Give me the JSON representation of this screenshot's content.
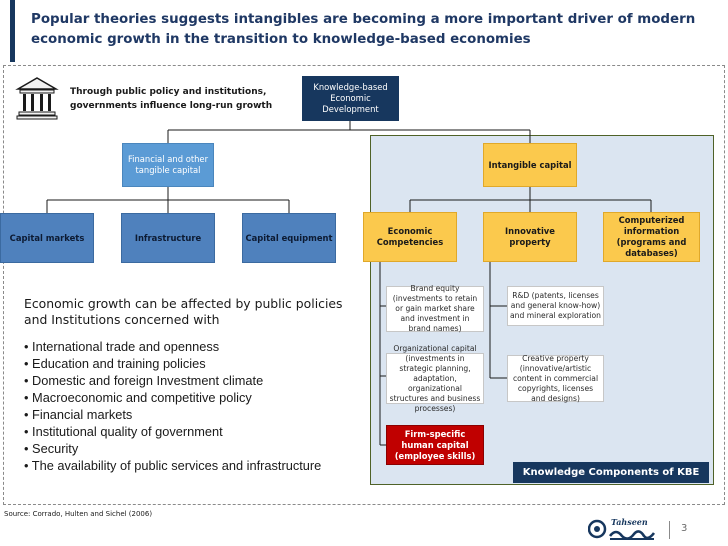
{
  "title": {
    "line1": "Popular theories suggests intangibles are becoming a more important driver of modern",
    "line2": "economic growth in the transition to knowledge-based economies"
  },
  "gov": {
    "line1": "Through public policy and institutions,",
    "line2": "governments influence long-run growth"
  },
  "nodes": {
    "kbe_dev": "Knowledge-based Economic Development",
    "financial": "Financial and other tangible capital",
    "intangible": "Intangible capital",
    "capital_markets": "Capital markets",
    "infrastructure": "Infrastructure",
    "capital_equipment": "Capital equipment",
    "economic_competencies": "Economic Competencies",
    "innovative_property": "Innovative property",
    "computerized": "Computerized information (programs and databases)",
    "brand_equity": "Brand equity (investments to retain or gain market share and investment in brand names)",
    "org_capital": "Organizational capital (investments in strategic planning, adaptation, organizational structures and business processes)",
    "firm_specific": "Firm-specific human capital (employee skills)",
    "rnd": "R&D (patents, licenses and general know-how) and mineral exploration",
    "creative": "Creative property (innovative/artistic content in commercial copyrights, licenses and designs)"
  },
  "policy": {
    "heading_line1": "Economic growth can be affected by public policies",
    "heading_line2": "and Institutions concerned with",
    "items": [
      "• International trade and openness",
      "• Education and training policies",
      "• Domestic and foreign Investment climate",
      "• Macroeconomic and competitive policy",
      "• Financial markets",
      "• Institutional quality of government",
      "• Security",
      "• The availability of public services and infrastructure"
    ]
  },
  "kbe_label": "Knowledge Components of KBE",
  "source": "Source: Corrado, Hulten and Sichel (2006)",
  "logo_text": "Tahseen",
  "page_number": "3",
  "colors": {
    "navy": "#17375e",
    "mid_blue": "#5b9bd5",
    "dark_blue": "#4f81bd",
    "orange": "#fbc94d",
    "red": "#c00000",
    "panel": "#dbe5f1"
  }
}
